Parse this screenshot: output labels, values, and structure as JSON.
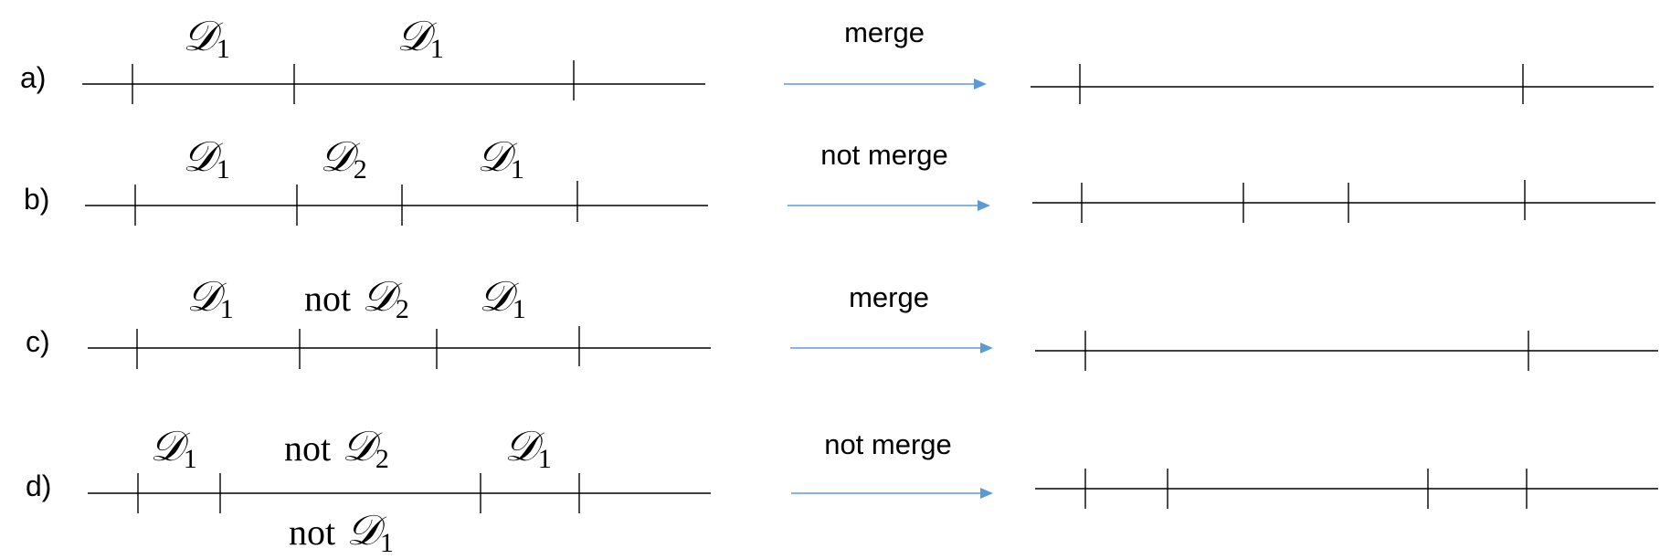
{
  "colors": {
    "line": "#000000",
    "arrow": "#5b9bd5"
  },
  "math_symbol": "𝒟",
  "rows": [
    {
      "label": "a)",
      "arrow_label": "merge",
      "left_labels": [
        {
          "text": "",
          "sub": "1"
        },
        {
          "text": "",
          "sub": "1"
        }
      ],
      "below_labels": []
    },
    {
      "label": "b)",
      "arrow_label": "not merge",
      "left_labels": [
        {
          "text": "",
          "sub": "1"
        },
        {
          "text": "",
          "sub": "2"
        },
        {
          "text": "",
          "sub": "1"
        }
      ],
      "below_labels": []
    },
    {
      "label": "c)",
      "arrow_label": "merge",
      "left_labels": [
        {
          "text": "",
          "sub": "1"
        },
        {
          "text": "not",
          "sub": "2"
        },
        {
          "text": "",
          "sub": "1"
        }
      ],
      "below_labels": []
    },
    {
      "label": "d)",
      "arrow_label": "not merge",
      "left_labels": [
        {
          "text": "",
          "sub": "1"
        },
        {
          "text": "not",
          "sub": "2"
        },
        {
          "text": "",
          "sub": "1"
        }
      ],
      "below_labels": [
        {
          "text": "not",
          "sub": "1"
        }
      ]
    }
  ]
}
